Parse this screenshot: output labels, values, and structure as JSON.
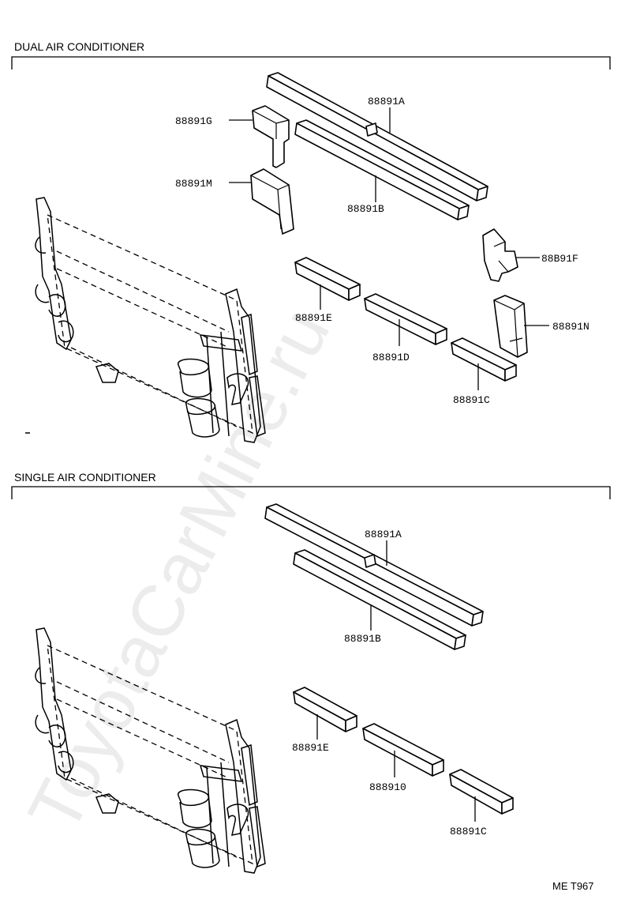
{
  "watermark": "ToyotaCarMine.ru",
  "sections": [
    {
      "title": "DUAL AIR CONDITIONER",
      "labels": {
        "A": "88891A",
        "G": "88891G",
        "M": "88891M",
        "B": "88891B",
        "F": "88B91F",
        "E": "88891E",
        "N": "88891N",
        "D": "88891D",
        "C": "88891C"
      }
    },
    {
      "title": "SINGLE AIR CONDITIONER",
      "labels": {
        "A": "88891A",
        "B": "88891B",
        "E": "88891E",
        "D": "888910",
        "C": "88891C"
      }
    }
  ],
  "diagram_code": "ME T967"
}
